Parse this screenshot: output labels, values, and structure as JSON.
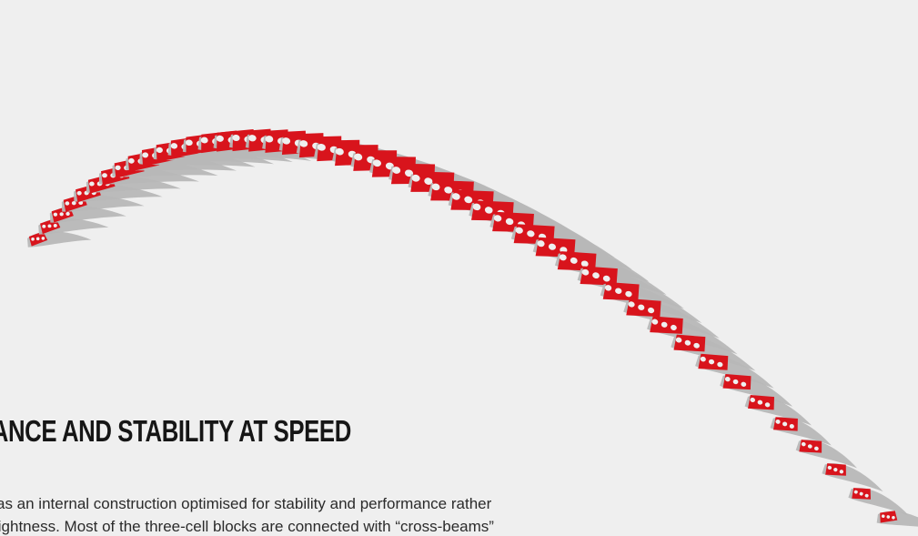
{
  "section": {
    "heading": "IANCE AND STABILITY AT SPEED",
    "body_lines": [
      "as an internal construction optimised for stability and performance rather",
      "lightness. Most of the three-cell blocks are connected with “cross-beams”"
    ]
  },
  "illustration": {
    "subject": "paraglider-wing-internal-structure",
    "colors": {
      "background": "#efefef",
      "cell-panels": "#b7b7b7",
      "internal-structure": "#d8141c"
    }
  }
}
